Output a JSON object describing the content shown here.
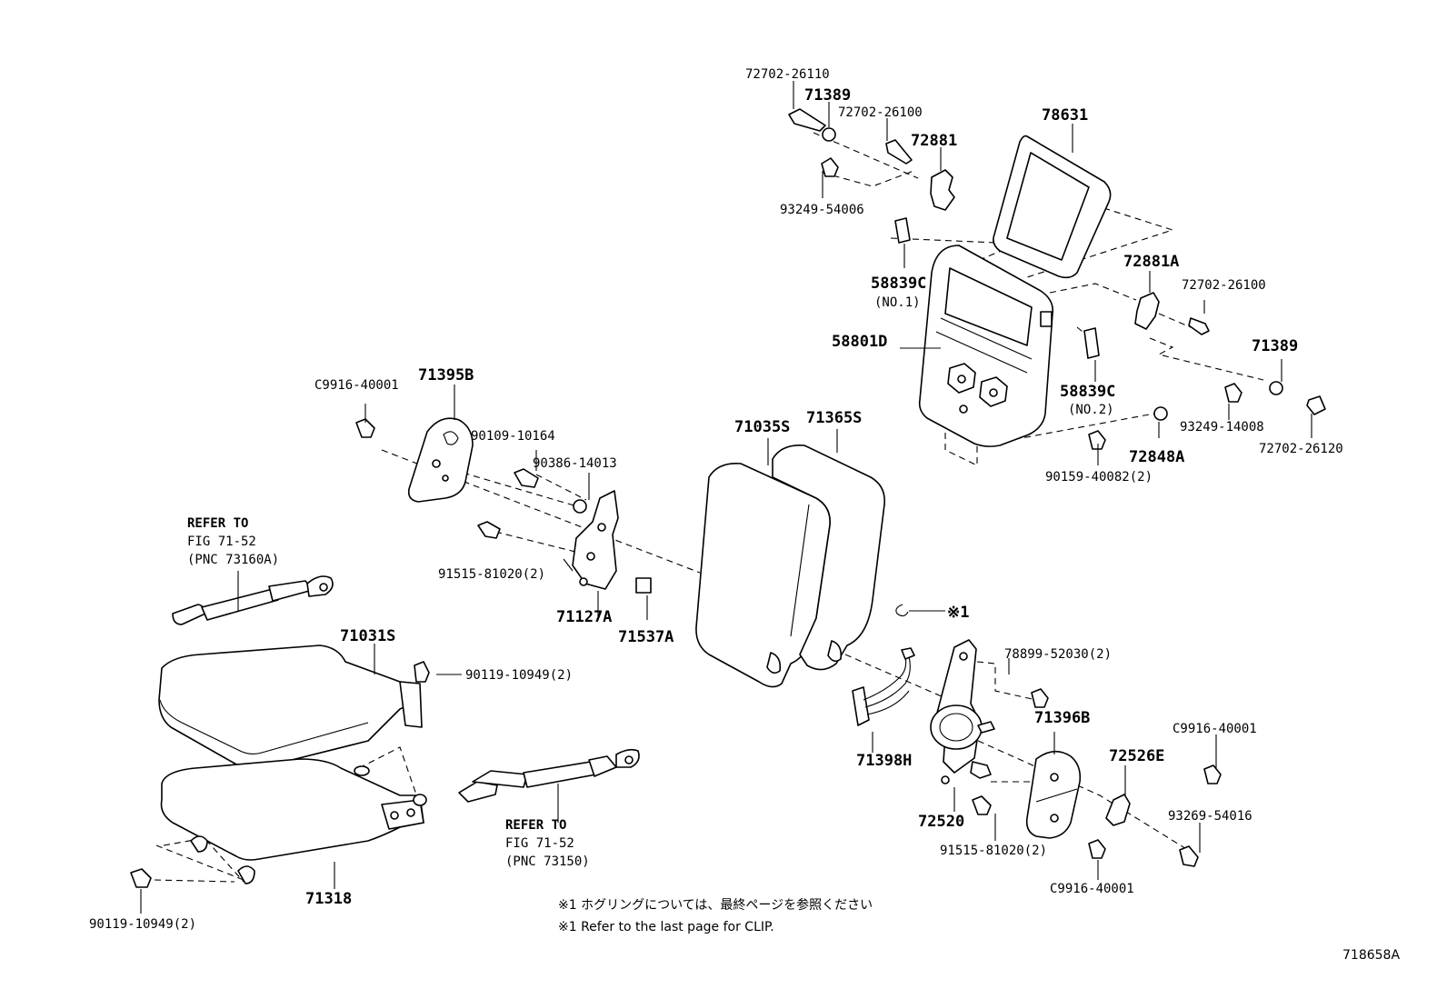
{
  "labels": {
    "p72702_26110": "72702-26110",
    "p71389_top": "71389",
    "p72702_26100_top": "72702-26100",
    "p72881": "72881",
    "p78631": "78631",
    "p93249_54006": "93249-54006",
    "p58839C_1": "58839C",
    "no1": "(NO.1)",
    "p72881A": "72881A",
    "p72702_26100_r": "72702-26100",
    "p58801D": "58801D",
    "p71389_r": "71389",
    "p58839C_2": "58839C",
    "no2": "(NO.2)",
    "p93249_14008": "93249-14008",
    "p72702_26120": "72702-26120",
    "p72848A": "72848A",
    "p90159_40082": "90159-40082(2)",
    "pC9916_40001_l": "C9916-40001",
    "p71395B": "71395B",
    "p90109_10164": "90109-10164",
    "p90386_14013": "90386-14013",
    "p71035S": "71035S",
    "p71365S": "71365S",
    "refer1_a": "REFER TO",
    "refer1_b": "FIG 71-52",
    "refer1_c": "(PNC 73160A)",
    "p91515_81020_l": "91515-81020(2)",
    "p71127A": "71127A",
    "p71537A": "71537A",
    "mark1": "※1",
    "p71031S": "71031S",
    "p90119_10949_top": "90119-10949(2)",
    "p78899_52030": "78899-52030(2)",
    "p71396B": "71396B",
    "pC9916_40001_r": "C9916-40001",
    "p71398H": "71398H",
    "p72526E": "72526E",
    "p93269_54016": "93269-54016",
    "p72520": "72520",
    "p91515_81020_r": "91515-81020(2)",
    "pC9916_40001_b": "C9916-40001",
    "refer2_a": "REFER TO",
    "refer2_b": "FIG 71-52",
    "refer2_c": "(PNC 73150)",
    "p71318": "71318",
    "p90119_10949_bot": "90119-10949(2)"
  },
  "notes": {
    "jp": "※1 ホグリングについては、最終ページを参照ください",
    "en": "※1 Refer to the last page for CLIP."
  },
  "figure_id": "718658A"
}
